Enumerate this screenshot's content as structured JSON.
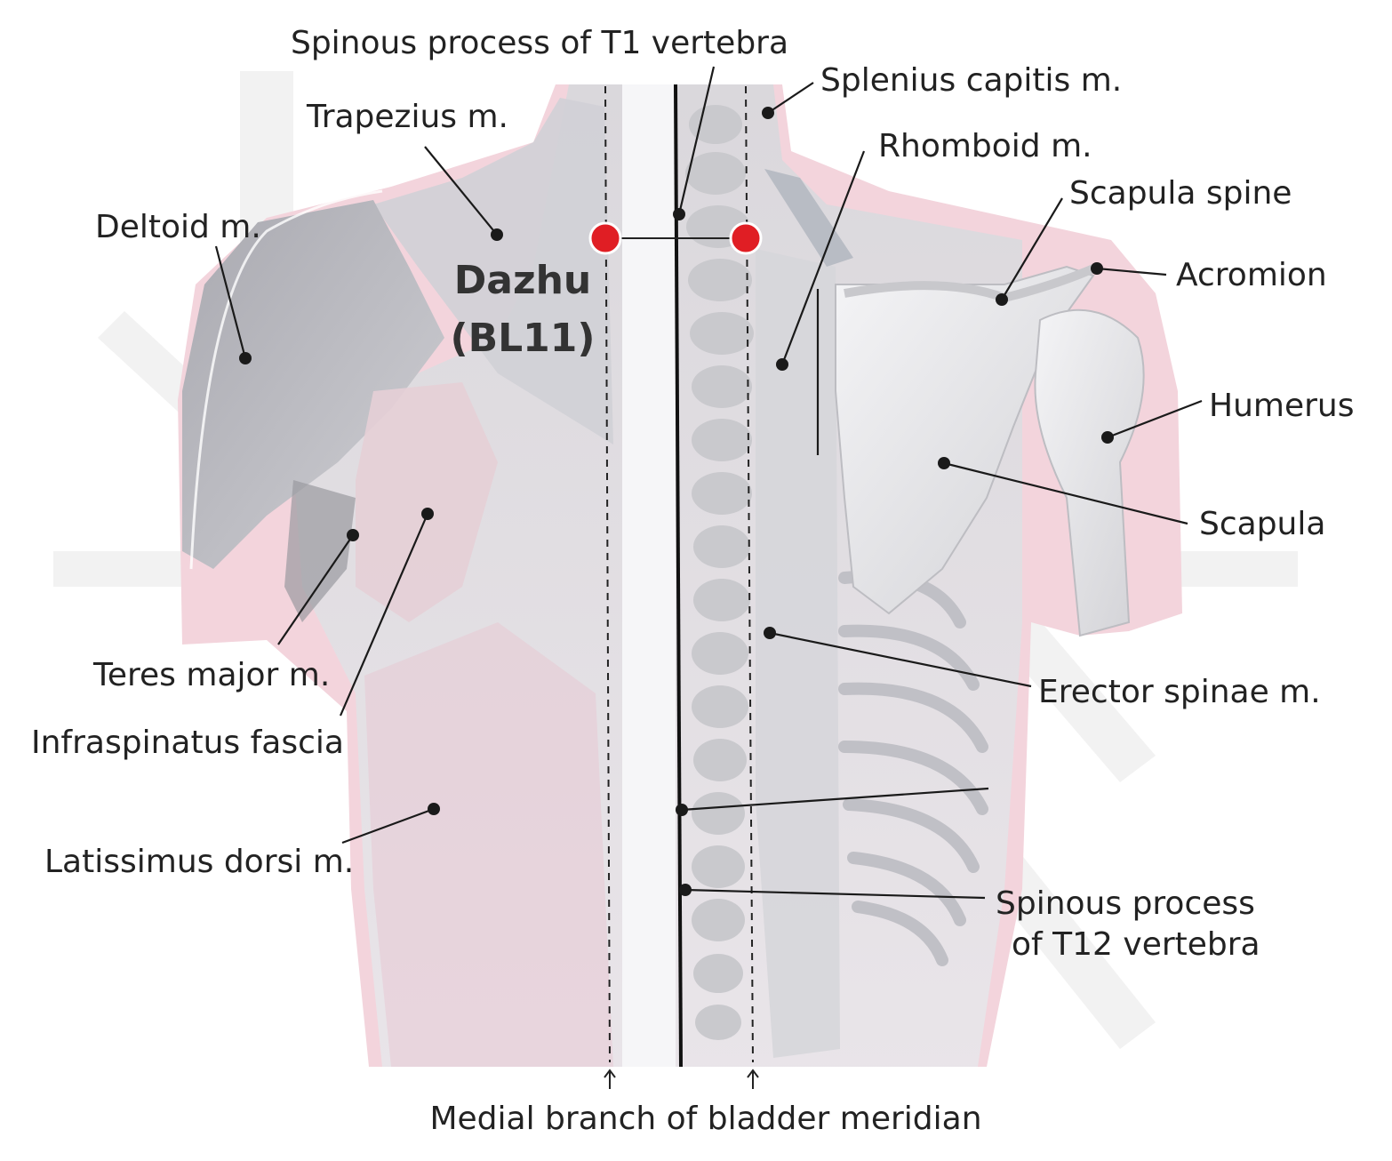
{
  "acupoint": {
    "name": "Dazhu",
    "code": "(BL11)"
  },
  "labels": {
    "t1": "Spinous process of T1 vertebra",
    "splenius": "Splenius capitis m.",
    "trapezius": "Trapezius m.",
    "rhomboid": "Rhomboid m.",
    "scapula_spine": "Scapula spine",
    "deltoid": "Deltoid m.",
    "acromion": "Acromion",
    "humerus": "Humerus",
    "scapula": "Scapula",
    "teres_major": "Teres major m.",
    "erector_spinae": "Erector spinae m.",
    "infraspinatus": "Infraspinatus fascia",
    "latissimus": "Latissimus dorsi m.",
    "t12_line1": "Spinous process",
    "t12_line2": "of T12 vertebra",
    "meridian": "Medial branch of bladder meridian"
  },
  "colors": {
    "acupoint": "#e01e24",
    "skin_pink": "#f3d4dc",
    "muscle_gray": "#d4d4d8",
    "leader": "#1a1a1a"
  }
}
